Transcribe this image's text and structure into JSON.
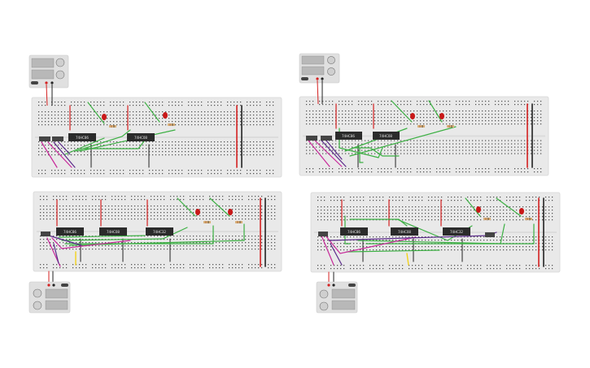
{
  "colors": {
    "board": "#e9e9e9",
    "board_edge": "#d7d7d7",
    "hole": "#4a4a4a",
    "rail_red": "#d42020",
    "rail_dark": "#2a2a2a",
    "wire_green": "#3cb043",
    "wire_magenta": "#c8289a",
    "wire_purple": "#5a2a8a",
    "wire_yellow": "#f2d21a",
    "wire_black": "#1a1a1a",
    "chip": "#2b2b2b",
    "led": "#c81818",
    "resistor": "#d8b07a",
    "supply_body": "#e0e0e0",
    "supply_screen": "#b8b8b8"
  },
  "circuits": [
    {
      "id": "top-left",
      "chips": [
        "74HC86",
        "74HC08"
      ]
    },
    {
      "id": "top-right",
      "chips": [
        "74HC86",
        "74HC08"
      ]
    },
    {
      "id": "bottom-left",
      "chips": [
        "74HC86",
        "74HC08",
        "74HC32"
      ]
    },
    {
      "id": "bottom-right",
      "chips": [
        "74HC86",
        "74HC08",
        "74HC32"
      ]
    }
  ]
}
